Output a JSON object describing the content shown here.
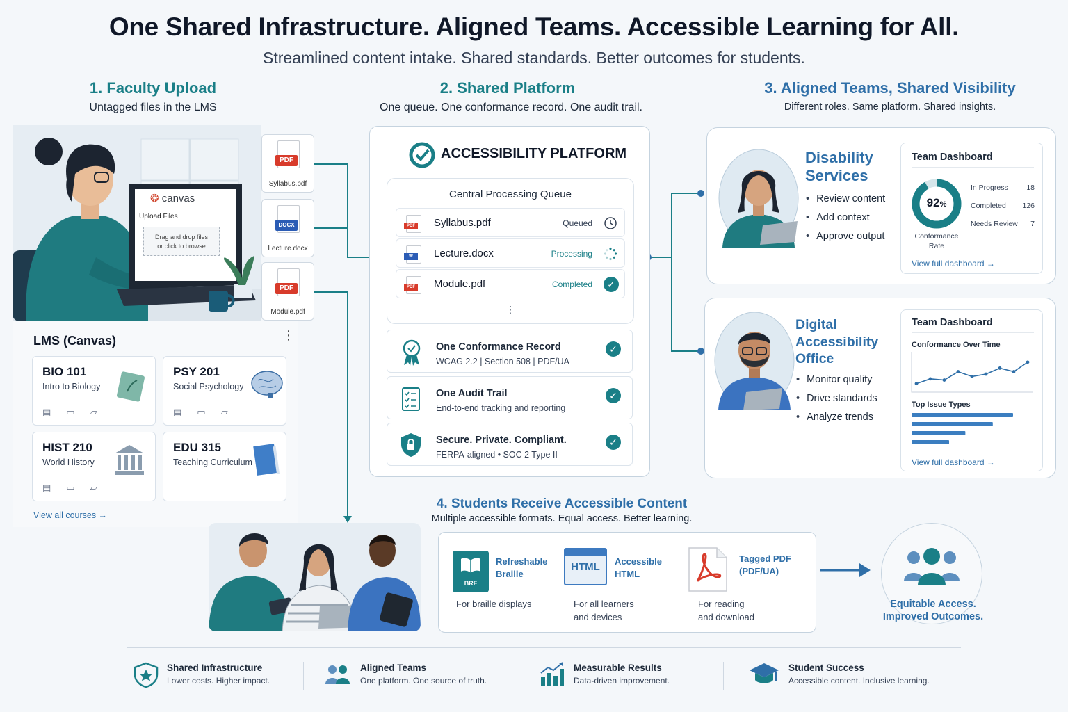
{
  "header": {
    "title": "One Shared Infrastructure. Aligned Teams. Accessible Learning for All.",
    "subtitle": "Streamlined content intake. Shared standards. Better outcomes for students."
  },
  "section1": {
    "title": "1.  Faculty Upload",
    "subtitle": "Untagged files in the LMS",
    "canvas": {
      "logo": "canvas",
      "upload_title": "Upload Files",
      "drop_line1": "Drag and drop files",
      "drop_line2": "or click to browse"
    },
    "files": [
      {
        "tag": "PDF",
        "name": "Syllabus.pdf"
      },
      {
        "tag": "DOCX",
        "name": "Lecture.docx"
      },
      {
        "tag": "PDF",
        "name": "Module.pdf"
      }
    ],
    "lms": {
      "title": "LMS (Canvas)",
      "menu": "⋮",
      "courses": [
        {
          "code": "BIO 101",
          "name": "Intro to Biology"
        },
        {
          "code": "PSY 201",
          "name": "Social Psychology"
        },
        {
          "code": "HIST 210",
          "name": "World History"
        },
        {
          "code": "EDU 315",
          "name": "Teaching Curriculum"
        }
      ],
      "view_all": "View all courses  →"
    }
  },
  "section2": {
    "title": "2.  Shared Platform",
    "subtitle": "One queue. One conformance record. One audit trail.",
    "platform_title": "ACCESSIBILITY PLATFORM",
    "queue_title": "Central Processing Queue",
    "queue": [
      {
        "tag": "PDF",
        "name": "Syllabus.pdf",
        "status": "Queued"
      },
      {
        "tag": "W",
        "name": "Lecture.docx",
        "status": "Processing"
      },
      {
        "tag": "PDF",
        "name": "Module.pdf",
        "status": "Completed"
      }
    ],
    "more": "⋮",
    "features": [
      {
        "title": "One Conformance Record",
        "sub": "WCAG 2.2  |  Section 508  |  PDF/UA"
      },
      {
        "title": "One Audit Trail",
        "sub": "End-to-end tracking and reporting"
      },
      {
        "title": "Secure. Private. Compliant.",
        "sub": "FERPA-aligned   •   SOC 2 Type II"
      }
    ]
  },
  "section3": {
    "title": "3. Aligned Teams, Shared Visibility",
    "subtitle": "Different roles. Same platform. Shared insights.",
    "disability": {
      "name_line1": "Disability",
      "name_line2": "Services",
      "bullets": [
        "Review content",
        "Add context",
        "Approve output"
      ],
      "dashboard": {
        "title": "Team Dashboard",
        "rate_value": "92",
        "rate_unit": "%",
        "rate_fraction": 0.92,
        "rate_label_1": "Conformance",
        "rate_label_2": "Rate",
        "stats": [
          {
            "label": "In Progress",
            "value": "18"
          },
          {
            "label": "Completed",
            "value": "126"
          },
          {
            "label": "Needs Review",
            "value": "7"
          }
        ],
        "link": "View full dashboard  →"
      }
    },
    "dao": {
      "name_line1": "Digital",
      "name_line2": "Accessibility",
      "name_line3": "Office",
      "bullets": [
        "Monitor quality",
        "Drive standards",
        "Analyze trends"
      ],
      "dashboard": {
        "title": "Team Dashboard",
        "chart_title": "Conformance Over Time",
        "issues_title": "Top Issue Types",
        "link": "View full dashboard  →"
      }
    }
  },
  "section4": {
    "title": "4. Students Receive Accessible Content",
    "subtitle": "Multiple accessible formats. Equal access. Better learning.",
    "formats": [
      {
        "icon_text": "BRF",
        "title_line1": "Refreshable",
        "title_line2": "Braille",
        "sub_line1": "For braille displays",
        "sub_line2": ""
      },
      {
        "icon_text": "HTML",
        "title_line1": "Accessible",
        "title_line2": "HTML",
        "sub_line1": "For all learners",
        "sub_line2": "and devices"
      },
      {
        "icon_text": "",
        "title_line1": "Tagged PDF",
        "title_line2": "(PDF/UA)",
        "sub_line1": "For reading",
        "sub_line2": "and download"
      }
    ],
    "outcome_line1": "Equitable Access.",
    "outcome_line2": "Improved Outcomes."
  },
  "footer": [
    {
      "title": "Shared Infrastructure",
      "sub": "Lower costs. Higher impact."
    },
    {
      "title": "Aligned Teams",
      "sub": "One platform. One source of truth."
    },
    {
      "title": "Measurable Results",
      "sub": "Data-driven improvement."
    },
    {
      "title": "Student Success",
      "sub": "Accessible content. Inclusive learning."
    }
  ],
  "colors": {
    "teal": "#1a7f87",
    "blue": "#2f6fa8",
    "pdf_red": "#d83b2b",
    "word_blue": "#2b5cb5"
  },
  "chart_data": [
    {
      "type": "pie",
      "title": "",
      "values": [
        92,
        8
      ]
    },
    {
      "type": "line",
      "title": "Conformance Over Time",
      "series": [
        {
          "values": [
            60,
            64,
            63,
            70,
            66,
            68,
            73,
            70,
            78
          ]
        }
      ]
    },
    {
      "type": "bar",
      "title": "Top Issue Types",
      "values": [
        100,
        80,
        53,
        37
      ]
    }
  ]
}
